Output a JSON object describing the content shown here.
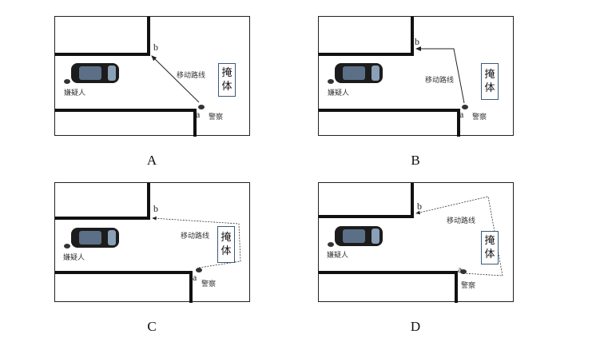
{
  "options": [
    {
      "label": "A"
    },
    {
      "label": "B"
    },
    {
      "label": "C"
    },
    {
      "label": "D"
    }
  ],
  "labels": {
    "point_start": "a",
    "point_end": "b",
    "route": "移动路线",
    "suspect": "嫌疑人",
    "police": "警察",
    "cover_top": "掩",
    "cover_bottom": "体"
  }
}
